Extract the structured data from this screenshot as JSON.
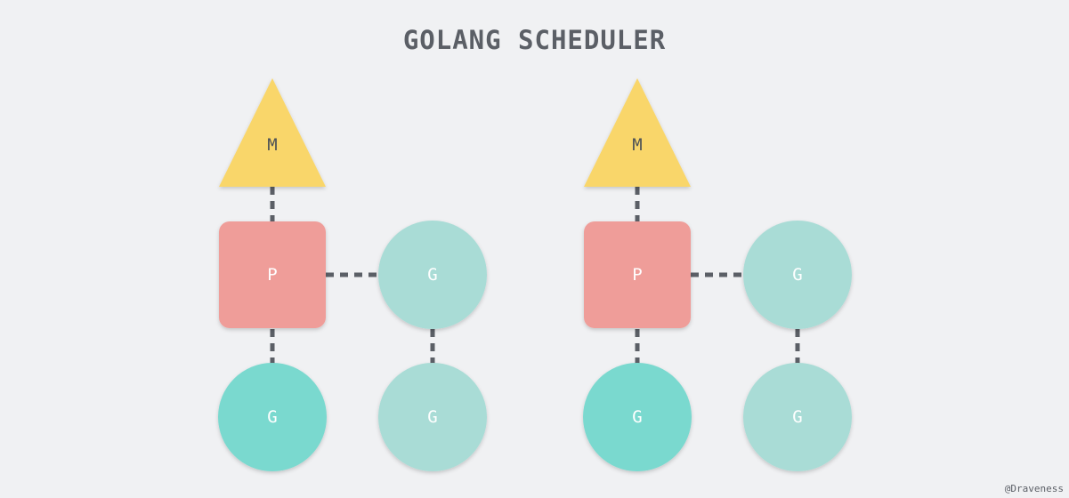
{
  "title": "GOLANG SCHEDULER",
  "credit": "@Draveness",
  "colors": {
    "background": "#f0f1f3",
    "machine": "#f9d66a",
    "processor": "#ef9d99",
    "goroutine_running": "#7ad9cf",
    "goroutine_waiting": "#a9dcd6",
    "connector": "#5b5f66"
  },
  "groups": [
    {
      "machine": {
        "label": "M"
      },
      "processor": {
        "label": "P"
      },
      "running_goroutine": {
        "label": "G"
      },
      "queued_goroutines": [
        {
          "label": "G"
        },
        {
          "label": "G"
        }
      ]
    },
    {
      "machine": {
        "label": "M"
      },
      "processor": {
        "label": "P"
      },
      "running_goroutine": {
        "label": "G"
      },
      "queued_goroutines": [
        {
          "label": "G"
        },
        {
          "label": "G"
        }
      ]
    }
  ]
}
